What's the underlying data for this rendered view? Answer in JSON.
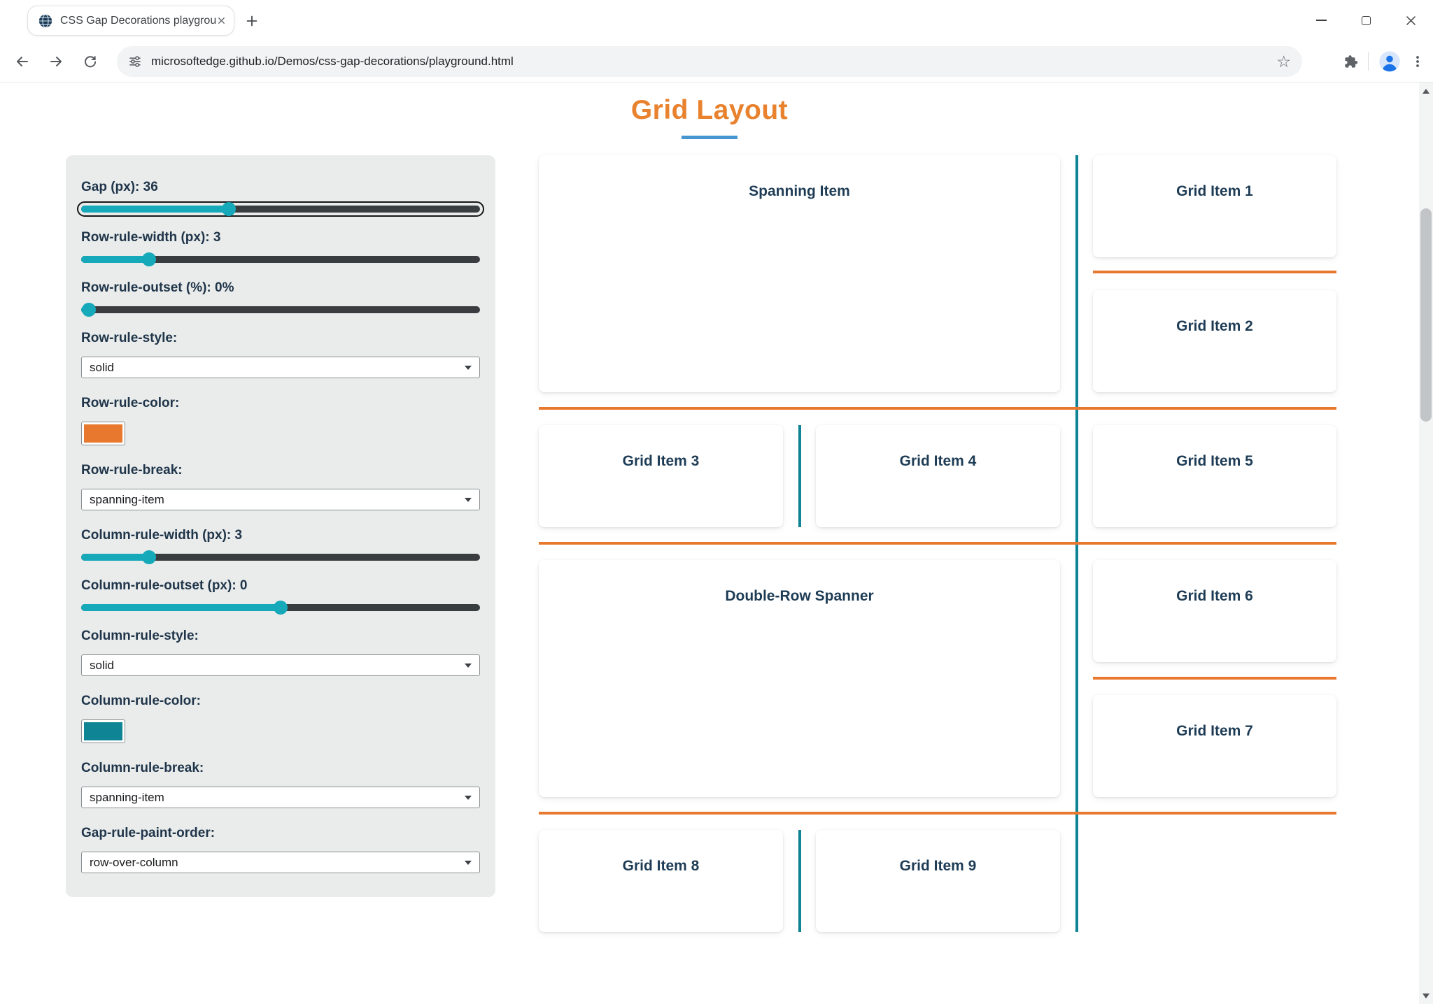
{
  "browser": {
    "tab_title": "CSS Gap Decorations playgroun",
    "url": "microsoftedge.github.io/Demos/css-gap-decorations/playground.html"
  },
  "icons": {
    "bookmark_star": "☆"
  },
  "page": {
    "heading": "Grid Layout"
  },
  "colors": {
    "heading": "#e8822e",
    "heading_underline": "#4596d1",
    "slider_accent": "#16a9ba",
    "row_rule": "#e8782e",
    "column_rule": "#0f8494"
  },
  "controls": {
    "gap": {
      "label": "Gap (px): 36",
      "percent": 37,
      "focused": true
    },
    "row_rule_width": {
      "label": "Row-rule-width (px): 3",
      "percent": 17
    },
    "row_rule_outset": {
      "label": "Row-rule-outset (%): 0%",
      "percent": 2
    },
    "row_rule_style": {
      "label": "Row-rule-style:",
      "value": "solid"
    },
    "row_rule_color": {
      "label": "Row-rule-color:",
      "color": "#e8782e"
    },
    "row_rule_break": {
      "label": "Row-rule-break:",
      "value": "spanning-item"
    },
    "column_rule_width": {
      "label": "Column-rule-width (px): 3",
      "percent": 17
    },
    "column_rule_outset": {
      "label": "Column-rule-outset (px): 0",
      "percent": 50
    },
    "column_rule_style": {
      "label": "Column-rule-style:",
      "value": "solid"
    },
    "column_rule_color": {
      "label": "Column-rule-color:",
      "color": "#0f8494"
    },
    "column_rule_break": {
      "label": "Column-rule-break:",
      "value": "spanning-item"
    },
    "gap_rule_paint_order": {
      "label": "Gap-rule-paint-order:",
      "value": "row-over-column"
    }
  },
  "grid": {
    "items": [
      {
        "label": "Spanning Item"
      },
      {
        "label": "Grid Item 1"
      },
      {
        "label": "Grid Item 2"
      },
      {
        "label": "Grid Item 3"
      },
      {
        "label": "Grid Item 4"
      },
      {
        "label": "Grid Item 5"
      },
      {
        "label": "Double-Row Spanner"
      },
      {
        "label": "Grid Item 6"
      },
      {
        "label": "Grid Item 7"
      },
      {
        "label": "Grid Item 8"
      },
      {
        "label": "Grid Item 9"
      }
    ]
  }
}
